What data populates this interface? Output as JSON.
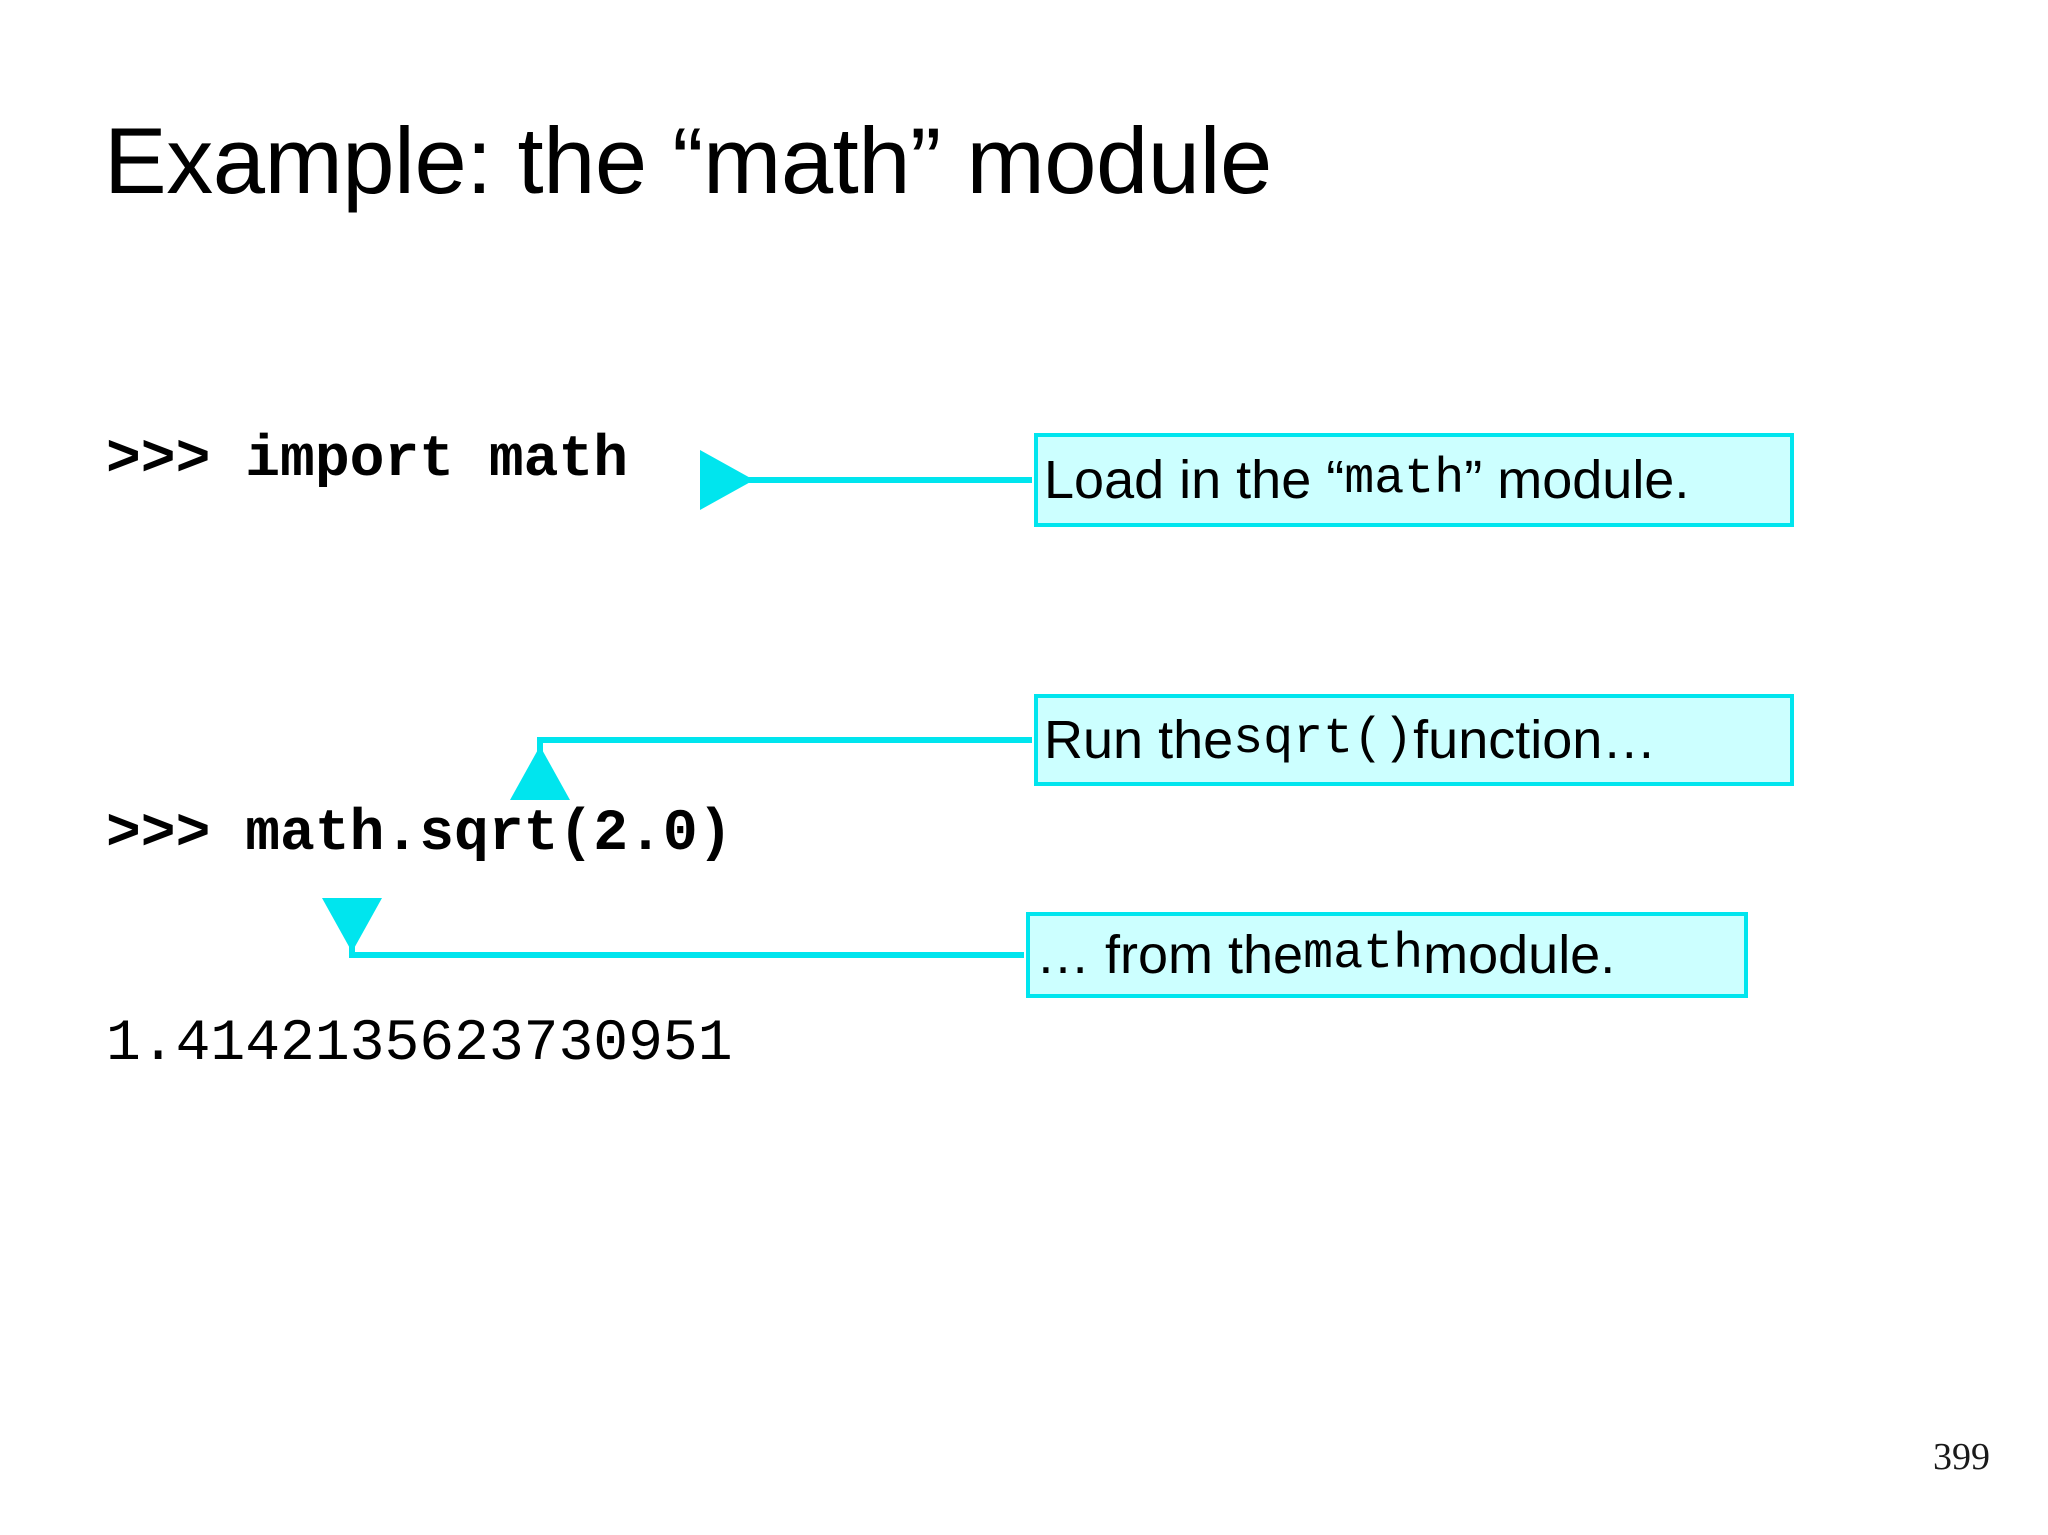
{
  "slide": {
    "title": "Example: the “math” module",
    "page_number": "399",
    "background_color": "#ffffff"
  },
  "console": {
    "lines": [
      {
        "name": "import-line",
        "text": ">>> import math",
        "style": "bold-mono"
      },
      {
        "name": "sqrt-call-line",
        "text": ">>> math.sqrt(2.0)",
        "style": "bold-mono"
      },
      {
        "name": "result-line",
        "text": "1.4142135623730951",
        "style": "mono"
      }
    ],
    "prompt": ">>>",
    "import_statement": "import math",
    "sqrt_statement": "math.sqrt(2.0)",
    "result_value": "1.4142135623730951"
  },
  "callouts": [
    {
      "name": "load-module-callout",
      "prefix": "Load in the “",
      "code": "math",
      "suffix": "” module."
    },
    {
      "name": "run-sqrt-callout",
      "prefix": "Run the ",
      "code": "sqrt()",
      "suffix": " function…"
    },
    {
      "name": "from-math-callout",
      "prefix": "… from the ",
      "code": "math",
      "suffix": " module."
    }
  ],
  "colors": {
    "callout_fill": "#ccffff",
    "callout_border": "#00e5ee",
    "connector": "#00e5ee",
    "text": "#000000"
  }
}
